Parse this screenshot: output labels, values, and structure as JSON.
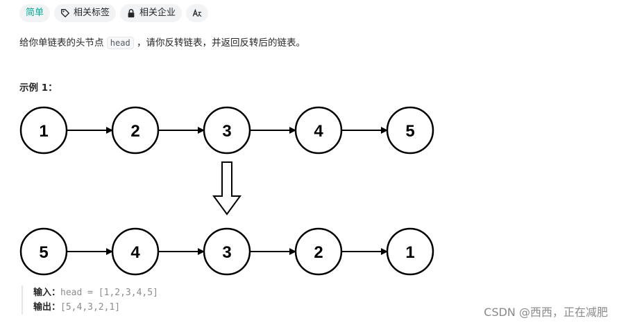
{
  "tags": {
    "difficulty": "简单",
    "related_tags": "相关标签",
    "related_companies": "相关企业",
    "translate_icon": "translate-icon"
  },
  "description": {
    "before": "给你单链表的头节点 ",
    "code": "head",
    "after": " ，请你反转链表，并返回反转后的链表。"
  },
  "example": {
    "title": "示例 1：",
    "input_list": [
      "1",
      "2",
      "3",
      "4",
      "5"
    ],
    "output_list": [
      "5",
      "4",
      "3",
      "2",
      "1"
    ],
    "input_label": "输入：",
    "input_value": "head = [1,2,3,4,5]",
    "output_label": "输出：",
    "output_value": "[5,4,3,2,1]"
  },
  "watermark": "CSDN @西西，正在减肥",
  "colors": {
    "difficulty": "#00af9b",
    "tag_bg": "#f2f3f4"
  }
}
